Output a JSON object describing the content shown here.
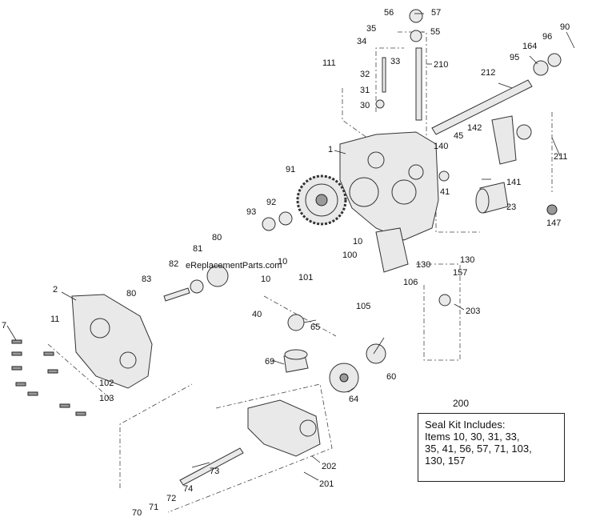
{
  "labels": {
    "c1": "1",
    "c2": "2",
    "c7": "7",
    "c10a": "10",
    "c10b": "10",
    "c10c": "10",
    "c11": "11",
    "c23": "23",
    "c30": "30",
    "c31": "31",
    "c32": "32",
    "c33": "33",
    "c34": "34",
    "c35": "35",
    "c40": "40",
    "c41": "41",
    "c45": "45",
    "c55": "55",
    "c56": "56",
    "c57": "57",
    "c60": "60",
    "c64": "64",
    "c65": "65",
    "c69": "69",
    "c70": "70",
    "c71": "71",
    "c72": "72",
    "c73": "73",
    "c74": "74",
    "c80a": "80",
    "c80b": "80",
    "c81": "81",
    "c82": "82",
    "c83": "83",
    "c90": "90",
    "c91": "91",
    "c92": "92",
    "c93": "93",
    "c95": "95",
    "c96": "96",
    "c100": "100",
    "c101": "101",
    "c102": "102",
    "c103": "103",
    "c105": "105",
    "c106": "106",
    "c111": "111",
    "c130a": "130",
    "c130b": "130",
    "c140": "140",
    "c141": "141",
    "c142": "142",
    "c147": "147",
    "c157": "157",
    "c164": "164",
    "c201": "201",
    "c202": "202",
    "c203": "203",
    "c210": "210",
    "c211": "211",
    "c212": "212"
  },
  "watermark": "eReplacementParts.com",
  "seal_kit": {
    "number": "200",
    "heading": "Seal Kit Includes:",
    "lines": [
      "Items 10, 30, 31, 33,",
      "35, 41, 56, 57, 71, 103,",
      "130, 157"
    ]
  }
}
